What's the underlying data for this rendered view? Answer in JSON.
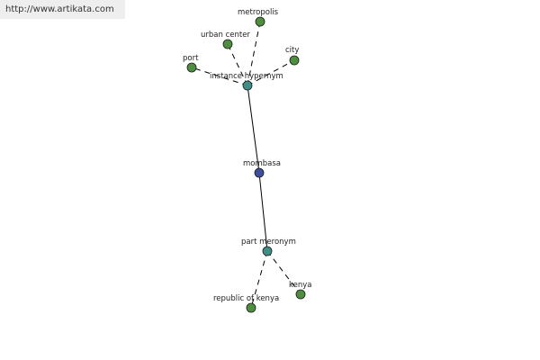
{
  "watermark": "http://www.artikata.com",
  "colors": {
    "leaf": "#4e8f3f",
    "relation": "#3f8f87",
    "center": "#3d4f9a",
    "edge": "#000000"
  },
  "graph": {
    "center": "mombasa",
    "relations": [
      {
        "label": "instance hypernym",
        "targets": [
          "metropolis",
          "urban center",
          "city",
          "port"
        ]
      },
      {
        "label": "part meronym",
        "targets": [
          "republic of kenya",
          "kenya"
        ]
      }
    ]
  }
}
